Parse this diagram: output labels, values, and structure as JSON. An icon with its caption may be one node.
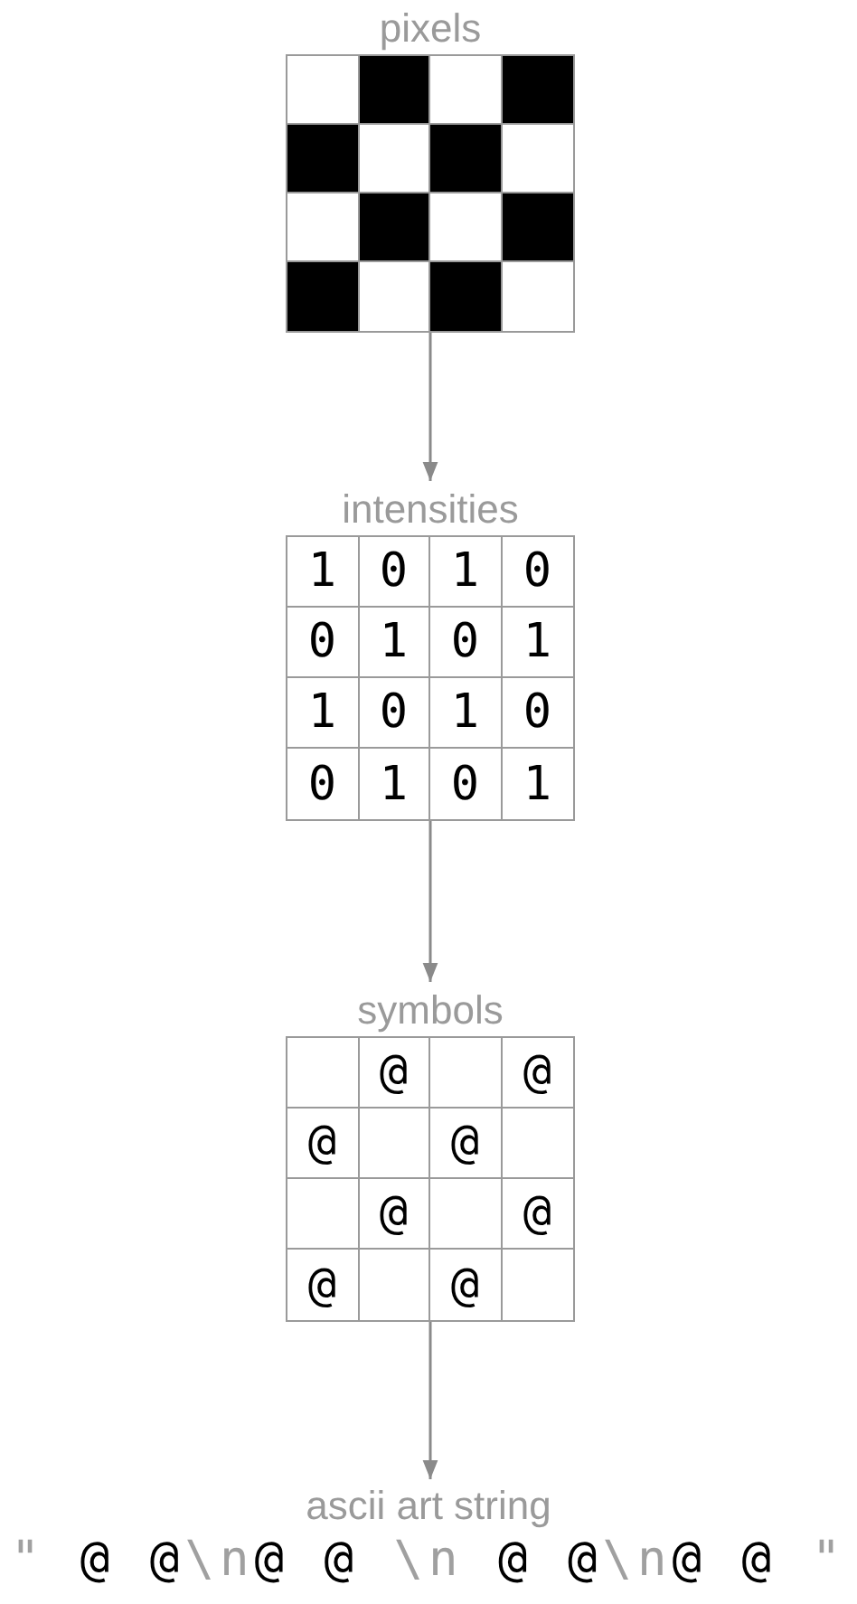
{
  "diagram": {
    "nodes": [
      {
        "text": [
          "pixels"
        ]
      },
      {
        "text": [
          "intensities"
        ]
      },
      {
        "text": [
          "symbols"
        ]
      },
      {
        "text": [
          "ascii art string",
          "\"",
          " @ @",
          "\\n",
          "@ @ ",
          "\\n",
          " @ @",
          "\\n",
          "@ @ ",
          "\""
        ]
      }
    ],
    "edges": [
      {
        "from": 0,
        "to": 1,
        "arrow": "to"
      },
      {
        "from": 1,
        "to": 2,
        "arrow": "to"
      },
      {
        "from": 2,
        "to": 3,
        "arrow": "to"
      }
    ],
    "labels": [
      "1",
      "0",
      "1",
      "0",
      "0",
      "1",
      "0",
      "1",
      "1",
      "0",
      "1",
      "0",
      "0",
      "1",
      "0",
      "1",
      "@",
      "@",
      "@",
      "@",
      "@",
      "@",
      "@",
      "@"
    ]
  }
}
